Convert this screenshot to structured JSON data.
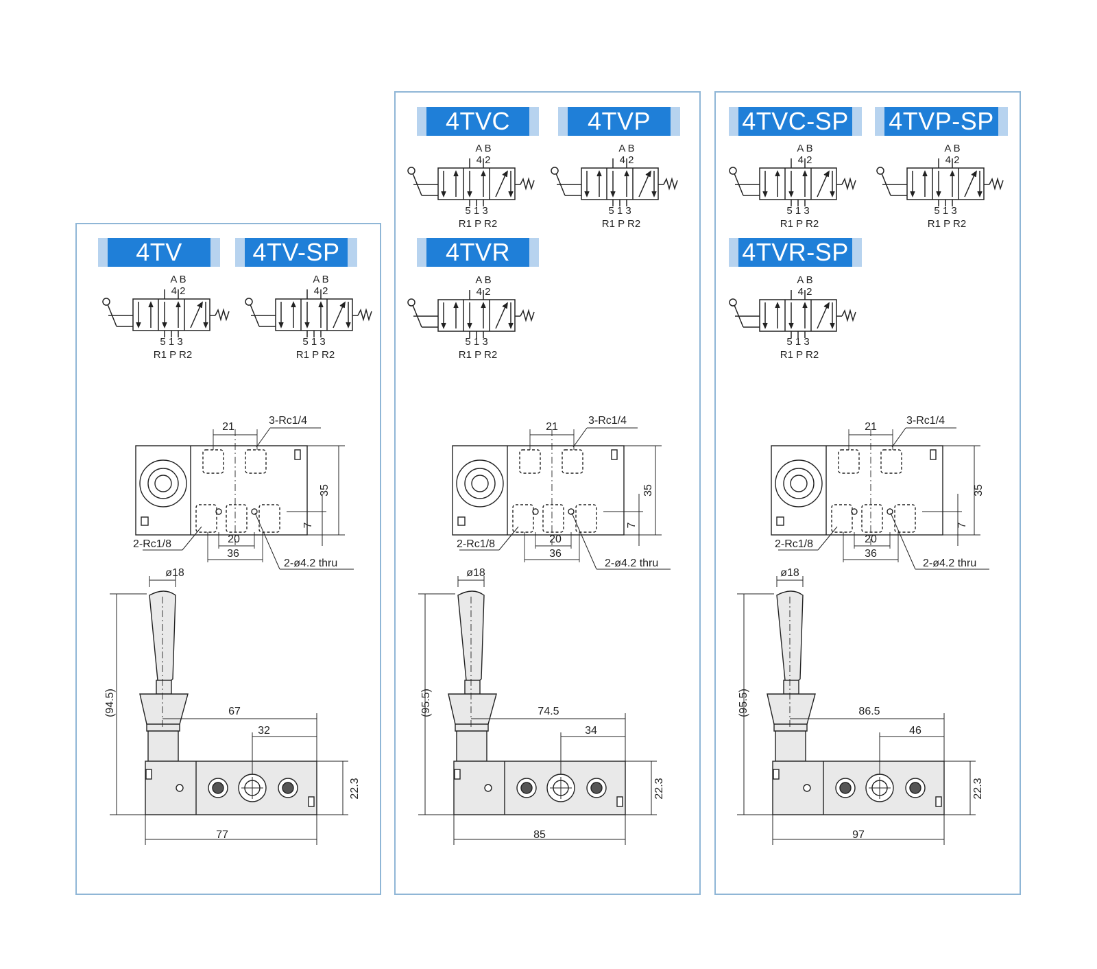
{
  "colors": {
    "badge": "#1f7fd8",
    "badge_edge": "#b7d3ef",
    "frame": "#8fb6d6",
    "line": "#222222",
    "body_fill": "#e9e9e9"
  },
  "panels": [
    {
      "badges": [
        "4TV",
        "4TV-SP"
      ],
      "symbols": [
        {
          "ports_top": "A B",
          "nums_top": "4 2",
          "nums_bottom": "5 1 3",
          "ports_bottom": "R1 P R2"
        },
        {
          "ports_top": "A B",
          "nums_top": "4 2",
          "nums_bottom": "5 1 3",
          "ports_bottom": "R1 P R2"
        }
      ],
      "top_view": {
        "dim_21": "21",
        "port_top": "3-Rc1/4",
        "dim_35": "35",
        "dim_7": "7",
        "port_side": "2-Rc1/8",
        "dim_20": "20",
        "dim_36": "36",
        "hole": "2-ø4.2 thru"
      },
      "side_view": {
        "dia": "ø18",
        "height": "(94.5)",
        "dim_a": "67",
        "dim_b": "32",
        "dim_h": "22.3",
        "width": "77"
      }
    },
    {
      "badges": [
        "4TVC",
        "4TVP",
        "4TVR"
      ],
      "symbols": [
        {
          "ports_top": "A B",
          "nums_top": "4 2",
          "nums_bottom": "5 1 3",
          "ports_bottom": "R1 P R2"
        },
        {
          "ports_top": "A B",
          "nums_top": "4 2",
          "nums_bottom": "5 1 3",
          "ports_bottom": "R1 P R2"
        },
        {
          "ports_top": "A B",
          "nums_top": "4 2",
          "nums_bottom": "5 1 3",
          "ports_bottom": "R1 P R2"
        }
      ],
      "top_view": {
        "dim_21": "21",
        "port_top": "3-Rc1/4",
        "dim_35": "35",
        "dim_7": "7",
        "port_side": "2-Rc1/8",
        "dim_20": "20",
        "dim_36": "36",
        "hole": "2-ø4.2 thru"
      },
      "side_view": {
        "dia": "ø18",
        "height": "(95.5)",
        "dim_a": "74.5",
        "dim_b": "34",
        "dim_h": "22.3",
        "width": "85"
      }
    },
    {
      "badges": [
        "4TVC-SP",
        "4TVP-SP",
        "4TVR-SP"
      ],
      "symbols": [
        {
          "ports_top": "A B",
          "nums_top": "4 2",
          "nums_bottom": "5 1 3",
          "ports_bottom": "R1 P R2"
        },
        {
          "ports_top": "A B",
          "nums_top": "4 2",
          "nums_bottom": "5 1 3",
          "ports_bottom": "R1 P R2"
        },
        {
          "ports_top": "A B",
          "nums_top": "4 2",
          "nums_bottom": "5 1 3",
          "ports_bottom": "R1 P R2"
        }
      ],
      "top_view": {
        "dim_21": "21",
        "port_top": "3-Rc1/4",
        "dim_35": "35",
        "dim_7": "7",
        "port_side": "2-Rc1/8",
        "dim_20": "20",
        "dim_36": "36",
        "hole": "2-ø4.2 thru"
      },
      "side_view": {
        "dia": "ø18",
        "height": "(95.5)",
        "dim_a": "86.5",
        "dim_b": "46",
        "dim_h": "22.3",
        "width": "97"
      }
    }
  ]
}
